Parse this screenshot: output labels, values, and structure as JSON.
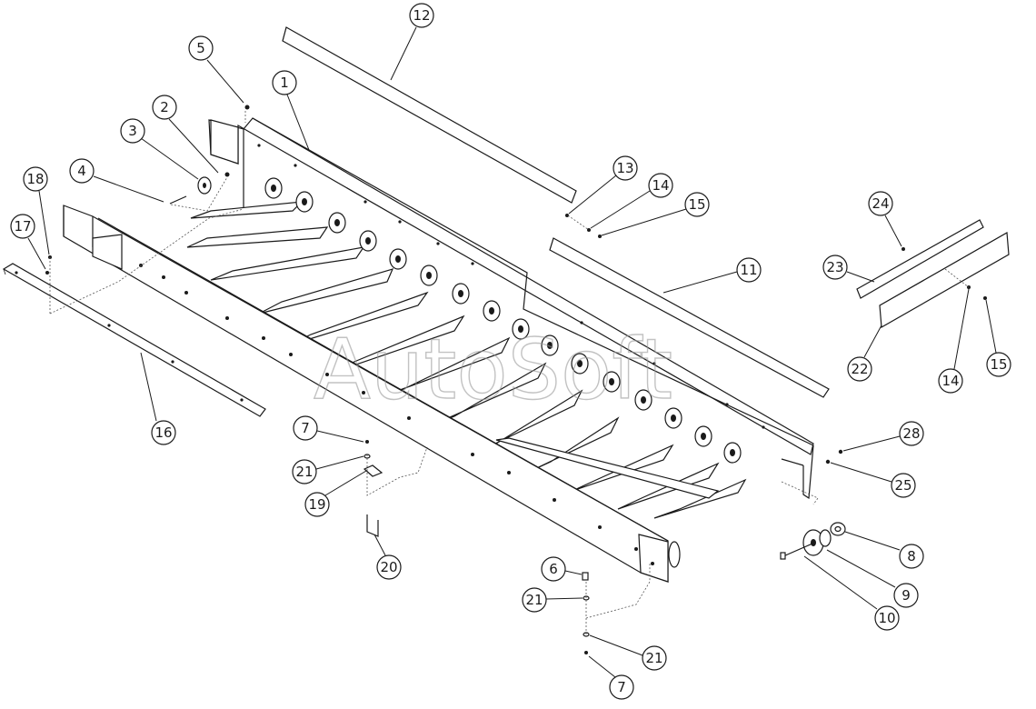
{
  "watermark": "AutoSoft",
  "callouts": [
    {
      "label": "1"
    },
    {
      "label": "2"
    },
    {
      "label": "3"
    },
    {
      "label": "4"
    },
    {
      "label": "5"
    },
    {
      "label": "6"
    },
    {
      "label": "7"
    },
    {
      "label": "7"
    },
    {
      "label": "8"
    },
    {
      "label": "9"
    },
    {
      "label": "10"
    },
    {
      "label": "11"
    },
    {
      "label": "12"
    },
    {
      "label": "13"
    },
    {
      "label": "14"
    },
    {
      "label": "14"
    },
    {
      "label": "15"
    },
    {
      "label": "15"
    },
    {
      "label": "16"
    },
    {
      "label": "17"
    },
    {
      "label": "18"
    },
    {
      "label": "19"
    },
    {
      "label": "20"
    },
    {
      "label": "21"
    },
    {
      "label": "21"
    },
    {
      "label": "21"
    },
    {
      "label": "22"
    },
    {
      "label": "23"
    },
    {
      "label": "24"
    },
    {
      "label": "25"
    },
    {
      "label": "28"
    }
  ]
}
